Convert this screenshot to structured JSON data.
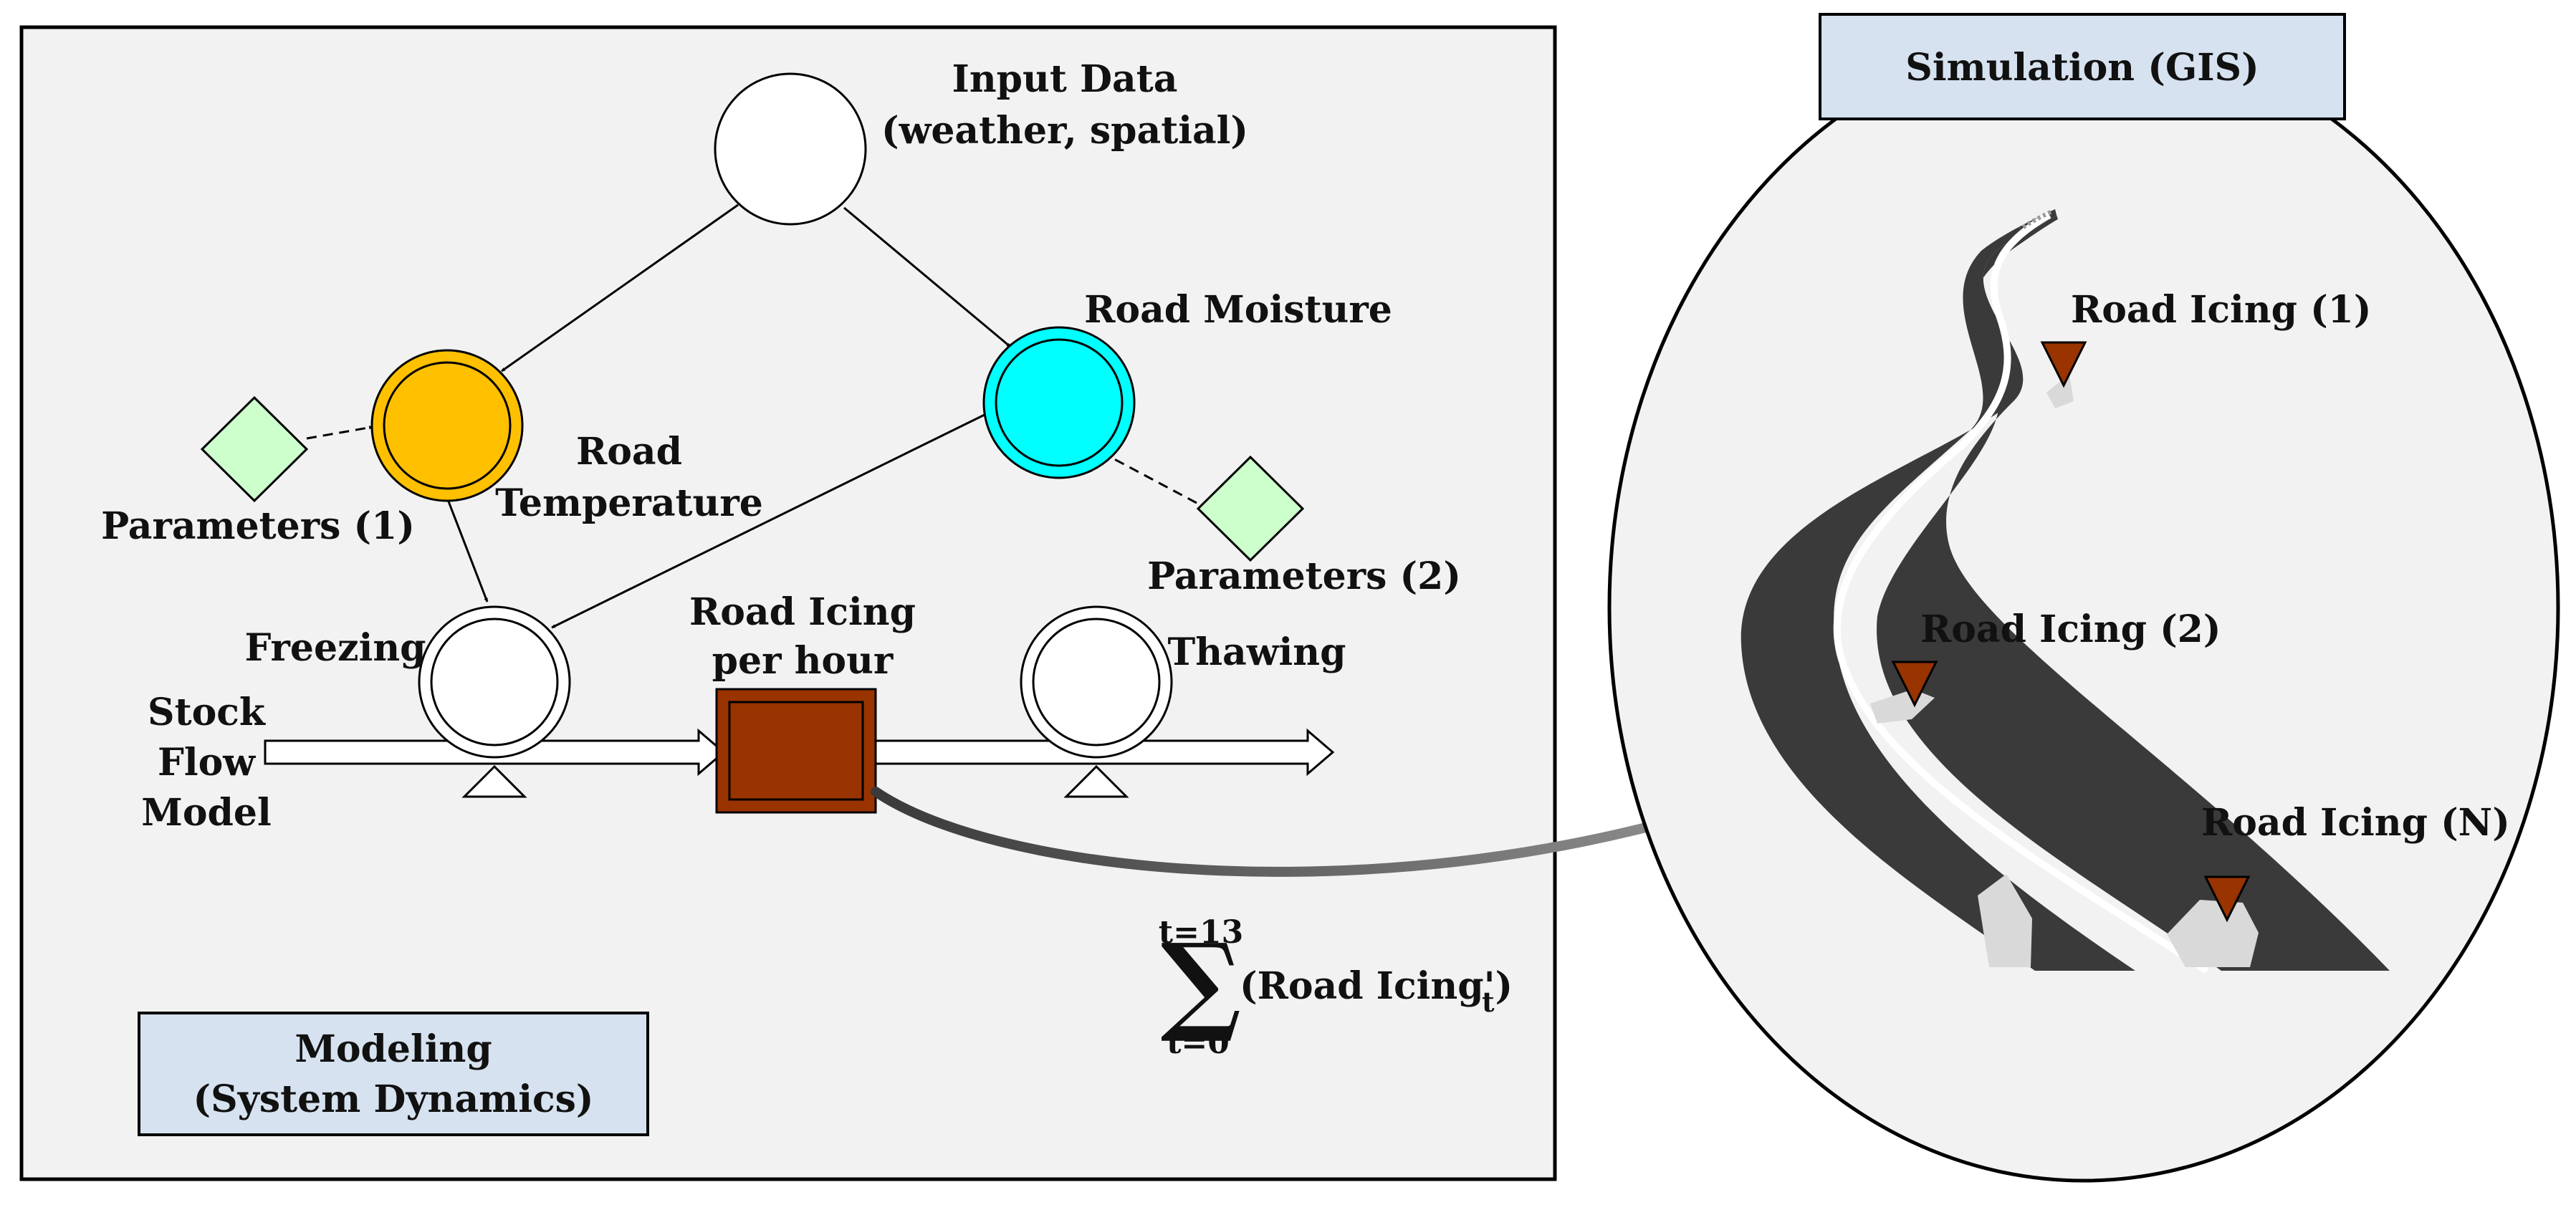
{
  "modeling_panel": {
    "title_line1": "Modeling",
    "title_line2": "(System Dynamics)"
  },
  "simulation_panel": {
    "title": "Simulation (GIS)"
  },
  "nodes": {
    "input_data": {
      "line1": "Input Data",
      "line2": "(weather, spatial)"
    },
    "road_temperature": {
      "line1": "Road",
      "line2": "Temperature",
      "color": "#FFC000"
    },
    "road_moisture": {
      "label": "Road Moisture",
      "color": "#00FFFF"
    },
    "parameters_1": {
      "label": "Parameters (1)",
      "color": "#CCFFCC"
    },
    "parameters_2": {
      "label": "Parameters (2)",
      "color": "#CCFFCC"
    },
    "freezing": {
      "label": "Freezing"
    },
    "thawing": {
      "label": "Thawing"
    },
    "road_icing_per_hour": {
      "line1": "Road Icing",
      "line2": "per hour",
      "color": "#993300"
    },
    "stock_flow_model": {
      "line1": "Stock",
      "line2": "Flow",
      "line3": "Model"
    }
  },
  "summation": {
    "upper": "t=13",
    "lower": "t=0",
    "symbol": "∑",
    "term": "(Road Icing')",
    "subscript": "t"
  },
  "gis_markers": [
    {
      "label": "Road Icing (1)",
      "color": "#993300"
    },
    {
      "label": "Road Icing (2)",
      "color": "#993300"
    },
    {
      "label": "Road Icing (N)",
      "color": "#993300"
    }
  ],
  "colors": {
    "panel_fill": "#F2F2F2",
    "title_box_fill": "#D6E2EF",
    "road": "#3A3A3A",
    "ice_patch": "#D9D9D9"
  }
}
